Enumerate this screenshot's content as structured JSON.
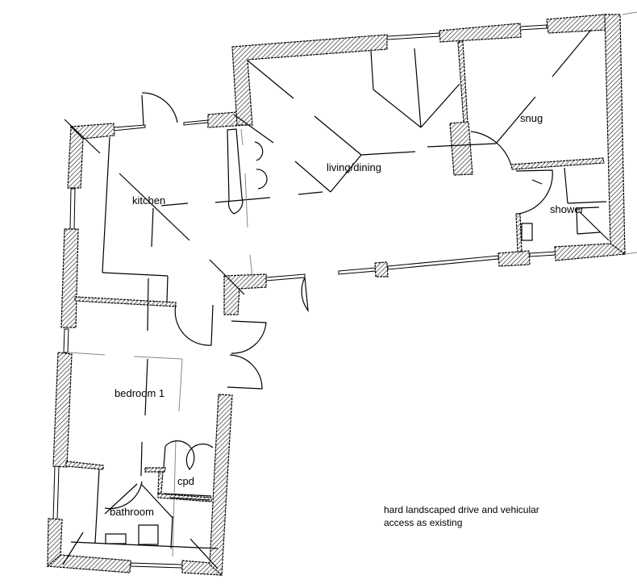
{
  "rooms": {
    "kitchen": "kitchen",
    "living_dining": "living/dining",
    "snug": "snug",
    "shower": "shower",
    "bedroom1": "bedroom 1",
    "cpd": "cpd",
    "bathroom": "bathroom"
  },
  "note": {
    "line1": "hard landscaped drive and vehicular",
    "line2": "access as existing"
  },
  "colors": {
    "line": "#000000",
    "hatch_bg": "#ffffff"
  }
}
